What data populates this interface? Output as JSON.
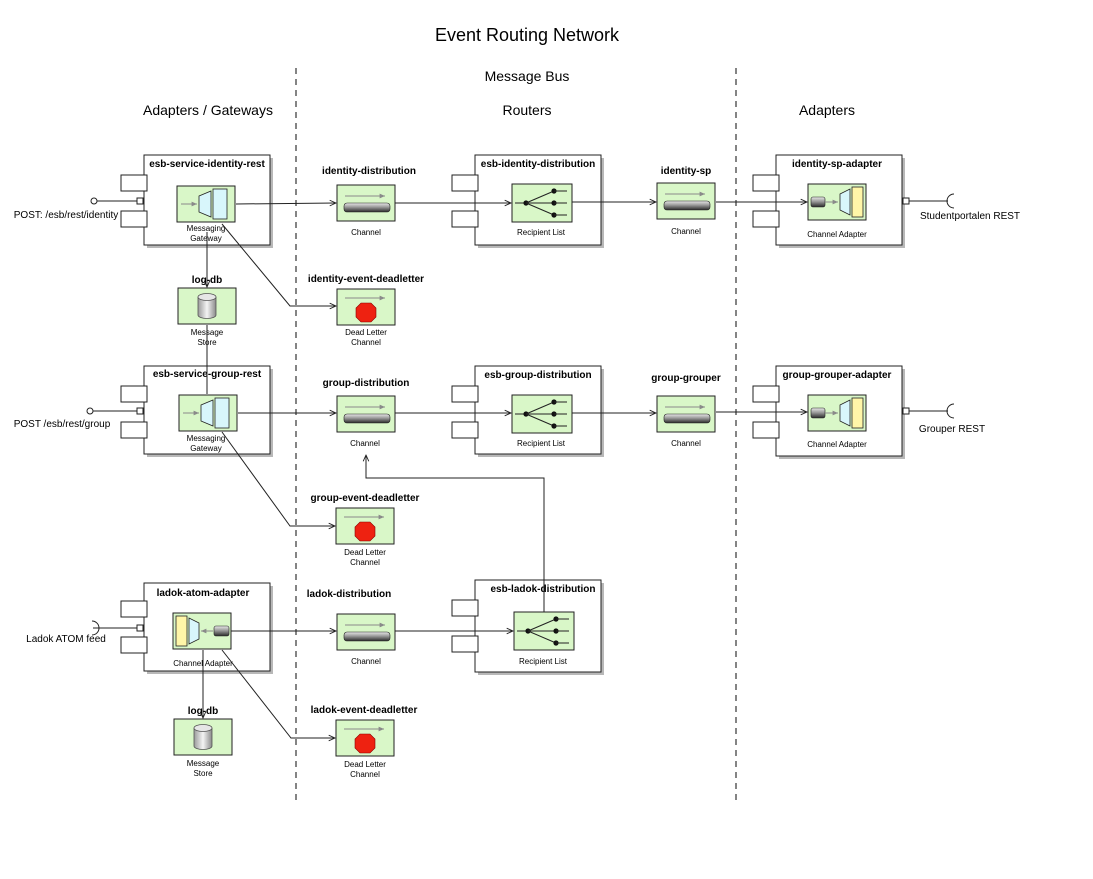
{
  "title": "Event Routing Network",
  "sections": {
    "message_bus": "Message Bus",
    "adapters_gateways": "Adapters / Gateways",
    "routers": "Routers",
    "adapters": "Adapters"
  },
  "components": {
    "identity_rest": {
      "name": "esb-service-identity-rest",
      "inner": "Messaging Gateway"
    },
    "group_rest": {
      "name": "esb-service-group-rest",
      "inner": "Messaging Gateway"
    },
    "ladok_atom": {
      "name": "ladok-atom-adapter",
      "inner": "Channel Adapter"
    },
    "identity_router": {
      "name": "esb-identity-distribution",
      "inner": "Recipient List"
    },
    "group_router": {
      "name": "esb-group-distribution",
      "inner": "Recipient List"
    },
    "ladok_router": {
      "name": "esb-ladok-distribution",
      "inner": "Recipient List"
    },
    "identity_sp_adapter": {
      "name": "identity-sp-adapter",
      "inner": "Channel Adapter"
    },
    "group_grouper_adapter": {
      "name": "group-grouper-adapter",
      "inner": "Channel Adapter"
    }
  },
  "channels": {
    "identity_distribution": {
      "name": "identity-distribution",
      "type": "Channel"
    },
    "identity_deadletter": {
      "name": "identity-event-deadletter",
      "type": "Dead Letter Channel"
    },
    "identity_sp": {
      "name": "identity-sp",
      "type": "Channel"
    },
    "group_distribution": {
      "name": "group-distribution",
      "type": "Channel"
    },
    "group_deadletter": {
      "name": "group-event-deadletter",
      "type": "Dead Letter Channel"
    },
    "group_grouper": {
      "name": "group-grouper",
      "type": "Channel"
    },
    "ladok_distribution": {
      "name": "ladok-distribution",
      "type": "Channel"
    },
    "ladok_deadletter": {
      "name": "ladok-event-deadletter",
      "type": "Dead Letter Channel"
    }
  },
  "stores": {
    "log_db_1": {
      "name": "log-db",
      "type": "Message Store"
    },
    "log_db_2": {
      "name": "log-db",
      "type": "Message Store"
    }
  },
  "ports": {
    "identity_in": "POST: /esb/rest/identity",
    "group_in": "POST /esb/rest/group",
    "ladok_in": "Ladok ATOM feed",
    "identity_out": "Studentportalen REST",
    "group_out": "Grouper REST"
  },
  "colors": {
    "eip_fill": "#d9f7c8",
    "deadletter": "#ee2211",
    "adapter_yellow": "#fff6a8",
    "gateway_cyan": "#d8f6fb"
  }
}
